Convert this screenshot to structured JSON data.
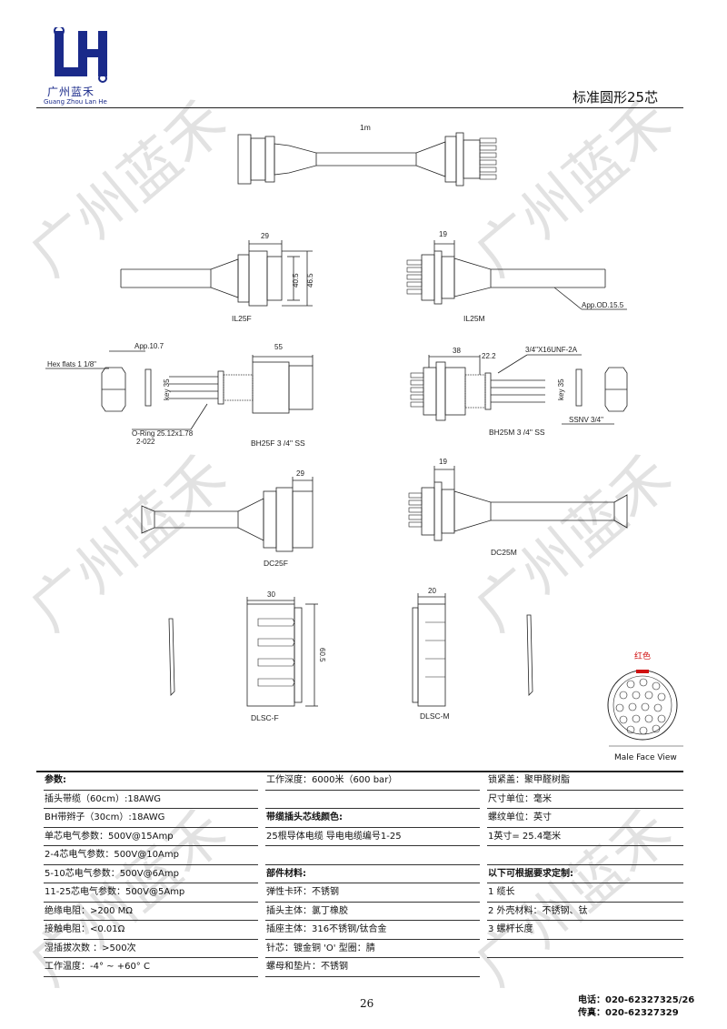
{
  "logo": {
    "letters": "LH",
    "name_cn": "广州蓝禾",
    "name_en": "Guang Zhou Lan He"
  },
  "page_title": "标准圆形25芯",
  "drawing": {
    "cable_length": "1m",
    "il": {
      "dim_29": "29",
      "dim_19": "19",
      "dim_40_5": "40.5",
      "dim_46_5": "46.5",
      "label_f": "IL25F",
      "label_m": "IL25M",
      "app_od": "App.OD.15.5"
    },
    "bh": {
      "app_10_7": "App.10.7",
      "hex_flats": "Hex flats 1 1/8\"",
      "key_f": "key 35",
      "key_m": "key 35",
      "dim_55": "55",
      "dim_38": "38",
      "dim_22_2": "22.2",
      "thread": "3/4\"X16UNF-2A",
      "oring_1": "O-Ring 25.12x1.78",
      "oring_2": "2-022",
      "label_f": "BH25F 3 /4\" SS",
      "label_m": "BH25M 3 /4\" SS",
      "ssnv": "SSNV 3/4\""
    },
    "dc": {
      "dim_29": "29",
      "dim_19": "19",
      "label_f": "DC25F",
      "label_m": "DC25M"
    },
    "dlsc": {
      "dim_30": "30",
      "dim_20": "20",
      "dim_60_5": "60.5",
      "label_f": "DLSC-F",
      "label_m": "DLSC-M"
    },
    "face": {
      "red_label": "红色",
      "caption": "Male Face View"
    }
  },
  "specs": {
    "col1": [
      {
        "text": "参数:",
        "bold": true
      },
      {
        "text": "插头带缆（60cm）:18AWG",
        "bold": false
      },
      {
        "text": "BH带辫子（30cm）:18AWG",
        "bold": false
      },
      {
        "text": "单芯电气参数：500V@15Amp",
        "bold": false
      },
      {
        "text": "2-4芯电气参数：500V@10Amp",
        "bold": false
      },
      {
        "text": "5-10芯电气参数：500V@6Amp",
        "bold": false
      },
      {
        "text": "11-25芯电气参数：500V@5Amp",
        "bold": false
      },
      {
        "text": "绝缘电阻：>200 MΩ",
        "bold": false
      },
      {
        "text": "接触电阻：<0.01Ω",
        "bold": false
      },
      {
        "text": "湿插拔次数 ：>500次",
        "bold": false
      },
      {
        "text": "工作温度：-4° ~ +60° C",
        "bold": false
      }
    ],
    "col2": [
      {
        "text": "工作深度：6000米（600 bar）",
        "bold": false
      },
      {
        "text": "",
        "bold": false
      },
      {
        "text": "带缆插头芯线颜色:",
        "bold": true
      },
      {
        "text": "25根导体电缆  导电电缆编号1-25",
        "bold": false
      },
      {
        "text": "",
        "bold": false
      },
      {
        "text": "部件材料:",
        "bold": true
      },
      {
        "text": "弹性卡环：不锈钢",
        "bold": false
      },
      {
        "text": "插头主体：氯丁橡胶",
        "bold": false
      },
      {
        "text": "插座主体：316不锈钢/钛合金",
        "bold": false
      },
      {
        "text": "针芯：镀金铜         'O' 型圈：腈",
        "bold": false
      },
      {
        "text": "螺母和垫片：不锈钢",
        "bold": false
      }
    ],
    "col3": [
      {
        "text": "锁紧盖：聚甲醛树脂",
        "bold": false
      },
      {
        "text": "尺寸单位：毫米",
        "bold": false
      },
      {
        "text": "螺纹单位：英寸",
        "bold": false
      },
      {
        "text": "1英寸= 25.4毫米",
        "bold": false
      },
      {
        "text": "",
        "bold": false
      },
      {
        "text": "以下可根据要求定制:",
        "bold": true
      },
      {
        "text": "1 缆长",
        "bold": false
      },
      {
        "text": "2 外壳材料：不锈钢、钛",
        "bold": false
      },
      {
        "text": "3 螺杆长度",
        "bold": false
      },
      {
        "text": "",
        "bold": false
      }
    ]
  },
  "footer": {
    "page_number": "26",
    "tel": "电话：020-62327325/26",
    "fax": "传真：020-62327329"
  },
  "watermark": "广州蓝禾",
  "colors": {
    "logo_blue": "#1a2a8a",
    "red_label": "#d01010"
  }
}
